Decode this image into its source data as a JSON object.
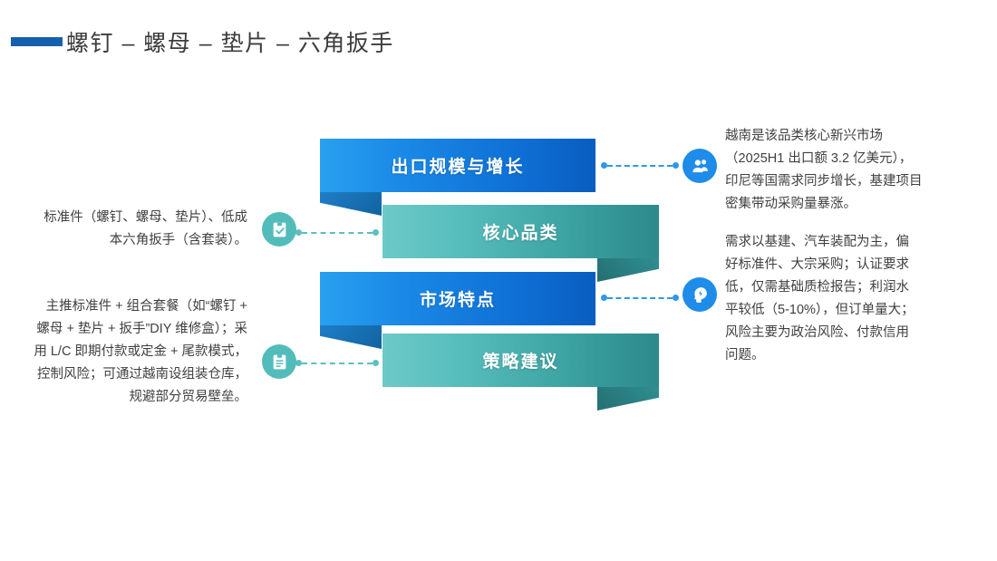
{
  "header": {
    "title": "螺钉 – 螺母 – 垫片 – 六角扳手",
    "accent_color": "#1560ad"
  },
  "colors": {
    "blue_light": "#29a0ef",
    "blue_dark": "#0a5dc0",
    "teal_light": "#6ccac8",
    "teal_dark": "#2d8a8c",
    "blue_connector": "#2f97e8",
    "teal_connector": "#5cbfbe",
    "text": "#404040"
  },
  "banners": [
    {
      "id": "export-scale-growth",
      "label": "出口规模与增长",
      "theme": "blue"
    },
    {
      "id": "core-category",
      "label": "核心品类",
      "theme": "teal"
    },
    {
      "id": "market-features",
      "label": "市场特点",
      "theme": "blue"
    },
    {
      "id": "strategy-advice",
      "label": "策略建议",
      "theme": "teal"
    }
  ],
  "badges": [
    {
      "id": "users-badge",
      "icon": "users-icon",
      "theme": "blue"
    },
    {
      "id": "checklist-badge",
      "icon": "clipboard-check-icon",
      "theme": "teal"
    },
    {
      "id": "insight-badge",
      "icon": "head-idea-icon",
      "theme": "blue"
    },
    {
      "id": "notes-badge",
      "icon": "clipboard-lines-icon",
      "theme": "teal"
    }
  ],
  "notes": {
    "right_top": "越南是该品类核心新兴市场（2025H1 出口额 3.2 亿美元），印尼等国需求同步增长，基建项目密集带动采购量暴涨。",
    "right_bottom": "需求以基建、汽车装配为主，偏好标准件、大宗采购；认证要求低，仅需基础质检报告；利润水平较低（5-10%），但订单量大；风险主要为政治风险、付款信用问题。",
    "left_top": "标准件（螺钉、螺母、垫片）、低成本六角扳手（含套装）。",
    "left_bottom": "主推标准件 + 组合套餐（如“螺钉 + 螺母 + 垫片 + 扳手”DIY 维修盒）；采用 L/C 即期付款或定金 + 尾款模式，控制风险；可通过越南设组装仓库，规避部分贸易壁垒。"
  }
}
